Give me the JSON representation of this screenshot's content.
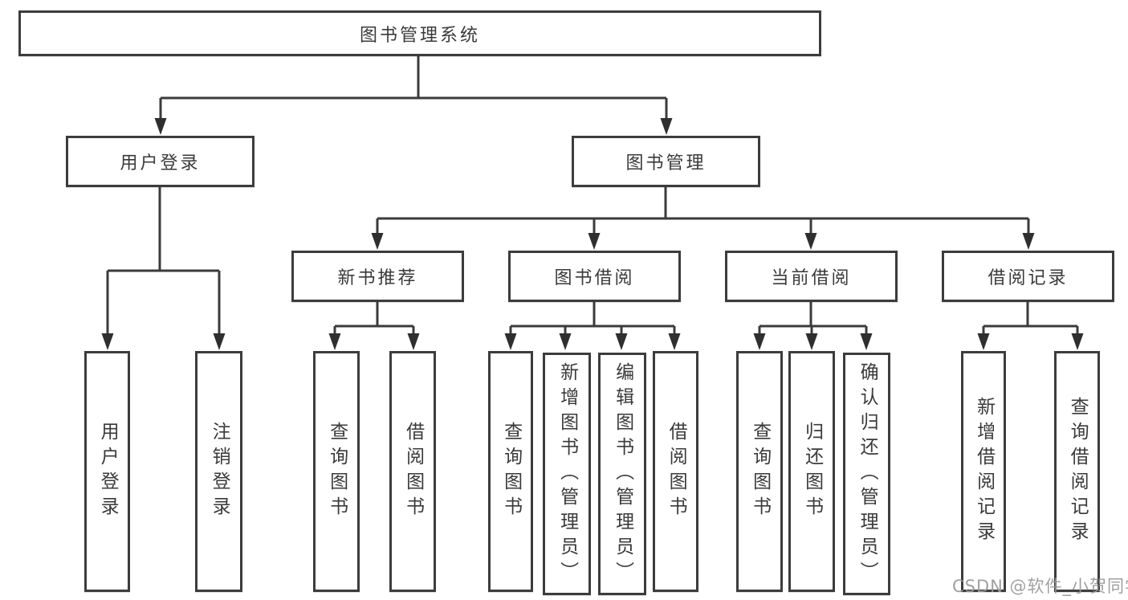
{
  "tree": {
    "label": "图书管理系统",
    "children": [
      {
        "label": "用户登录",
        "children": [
          {
            "label": "用户登录"
          },
          {
            "label": "注销登录"
          }
        ]
      },
      {
        "label": "图书管理",
        "children": [
          {
            "label": "新书推荐",
            "children": [
              {
                "label": "查询图书"
              },
              {
                "label": "借阅图书"
              }
            ]
          },
          {
            "label": "图书借阅",
            "children": [
              {
                "label": "查询图书"
              },
              {
                "label": "新增图书（管理员）"
              },
              {
                "label": "编辑图书（管理员）"
              },
              {
                "label": "借阅图书"
              }
            ]
          },
          {
            "label": "当前借阅",
            "children": [
              {
                "label": "查询图书"
              },
              {
                "label": "归还图书"
              },
              {
                "label": "确认归还（管理员）"
              }
            ]
          },
          {
            "label": "借阅记录",
            "children": [
              {
                "label": "新增借阅记录"
              },
              {
                "label": "查询借阅记录"
              }
            ]
          }
        ]
      }
    ]
  },
  "watermark": {
    "text": "CSDN @软件_小贺同学"
  },
  "colors": {
    "line": "#3b3b3b",
    "border": "#3c3c3c",
    "text": "#3a3a3a",
    "node_background": "#ffffff",
    "page_background": "#ffffff",
    "watermark": "#989898"
  }
}
